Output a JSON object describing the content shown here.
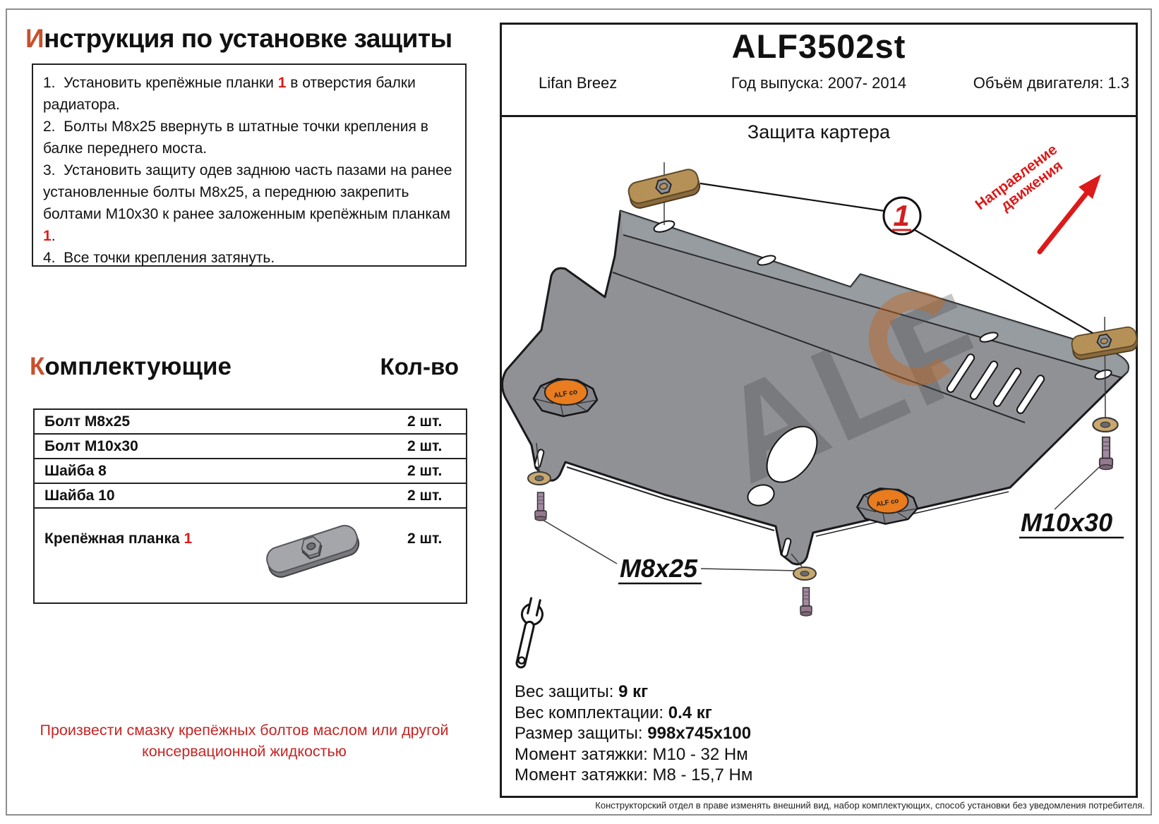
{
  "left": {
    "title": {
      "lead": "И",
      "rest": "нструкция по установке защиты"
    },
    "steps": [
      {
        "t1": "1.  Установить крепёжные планки ",
        "num": "1",
        "t2": " в отверстия балки радиатора."
      },
      {
        "t1": "2.  Болты М8х25 ввернуть в штатные точки крепления в балке переднего моста.",
        "num": "",
        "t2": ""
      },
      {
        "t1": "3.  Установить защиту одев заднюю часть пазами на ранее установленные болты М8х25, а переднюю закрепить болтами М10х30 к ранее заложенным крепёжным планкам ",
        "num": "1",
        "t2": "."
      },
      {
        "t1": "4.  Все точки крепления затянуть.",
        "num": "",
        "t2": ""
      }
    ],
    "components": {
      "title_lead": "К",
      "title_rest": "омплектующие",
      "qty_header": "Кол-во",
      "rows": [
        {
          "label": "Болт М8х25",
          "qty": "2 шт."
        },
        {
          "label": "Болт М10х30",
          "qty": "2 шт."
        },
        {
          "label": "Шайба 8",
          "qty": "2 шт."
        },
        {
          "label": "Шайба 10",
          "qty": "2 шт."
        }
      ],
      "plank_row": {
        "label": "Крепёжная планка ",
        "num": "1",
        "qty": "2 шт."
      }
    },
    "note_line1": "Произвести смазку крепёжных болтов маслом или другой",
    "note_line2": "консервационной жидкостью"
  },
  "header": {
    "code": "ALF3502st",
    "model": "Lifan Breez",
    "year": "Год выпуска: 2007- 2014",
    "engine": "Объём двигателя: 1.3"
  },
  "drawing": {
    "subtitle": "Защита картера",
    "direction_line1": "Направление",
    "direction_line2": "движения",
    "callout_number": "1",
    "label_m8": "M8x25",
    "label_m10": "M10x30",
    "watermark": "ALF",
    "plug_text": "ALF co"
  },
  "specs": {
    "rows": [
      {
        "label": "Вес защиты: ",
        "value": "9 кг"
      },
      {
        "label": "Вес комплектации: ",
        "value": "0.4 кг"
      },
      {
        "label": "Размер защиты: ",
        "value": "998x745x100"
      },
      {
        "label": "Момент затяжки:  ",
        "value": "М10 - 32 Нм"
      },
      {
        "label": "Момент затяжки:  ",
        "value": "М8 - 15,7 Нм"
      }
    ]
  },
  "footer": {
    "disclaimer": "Конструкторский отдел в праве изменять внешний вид, набор комплектующих, способ установки без уведомления потребителя."
  },
  "colors": {
    "accent_red": "#dd1b1b",
    "title_orange": "#c8502a",
    "plate_gray": "#8f9195",
    "plank_tan": "#b69157",
    "plug_orange": "#e87c1e"
  }
}
